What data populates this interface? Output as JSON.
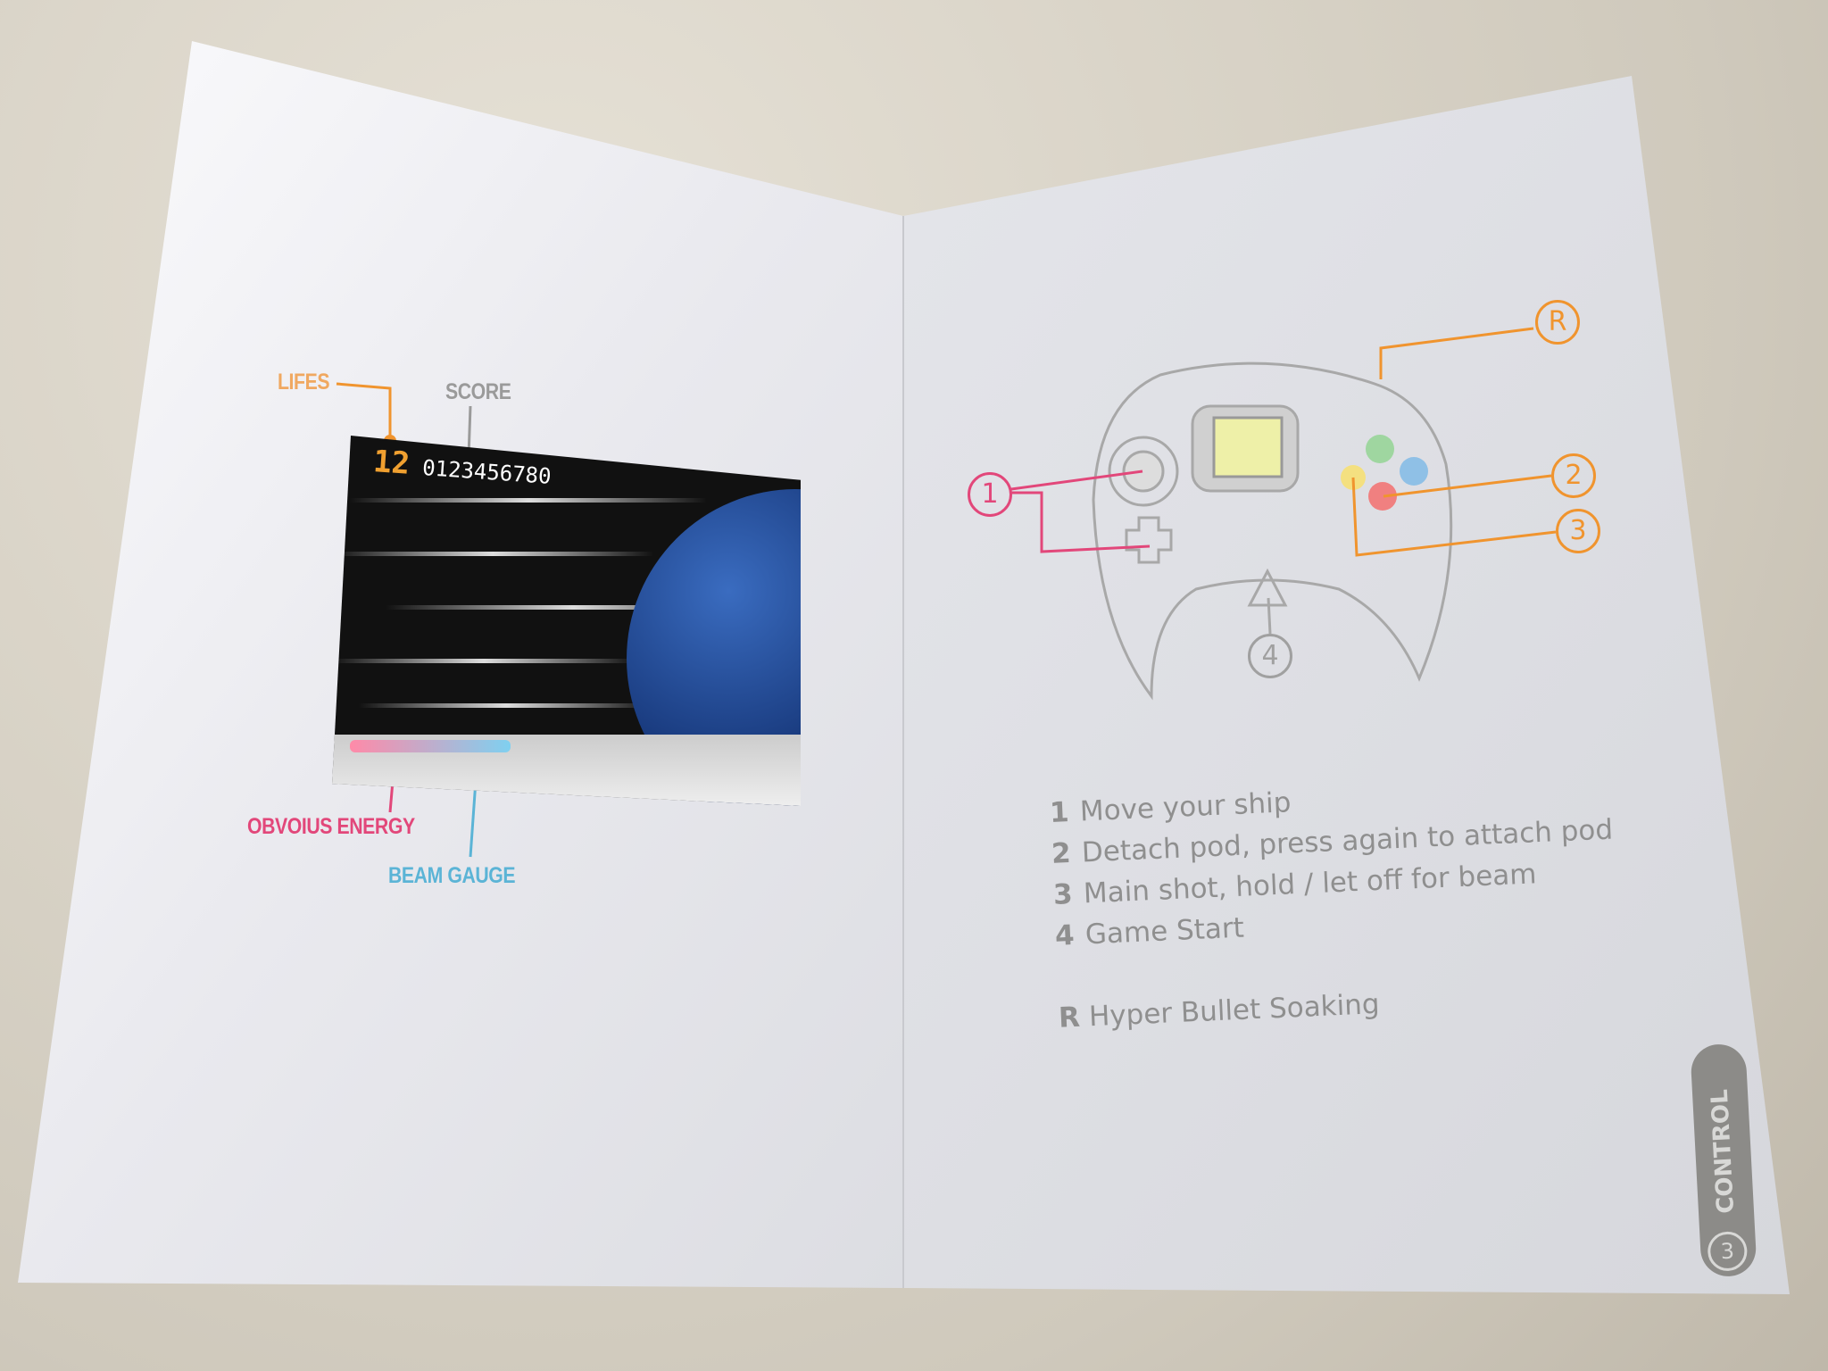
{
  "left_page": {
    "labels": {
      "lifes": "LIFES",
      "score": "SCORE",
      "energy": "OBVOIUS ENERGY",
      "beam": "BEAM GAUGE"
    },
    "hud": {
      "lives": "12",
      "score": "0123456780"
    }
  },
  "right_page": {
    "callouts": {
      "r": "R",
      "one": "1",
      "two": "2",
      "three": "3",
      "four": "4"
    },
    "controls": [
      {
        "key": "1",
        "text": "Move your ship"
      },
      {
        "key": "2",
        "text": "Detach pod, press again to attach pod"
      },
      {
        "key": "3",
        "text": "Main shot,  hold / let off for beam"
      },
      {
        "key": "4",
        "text": "Game Start"
      }
    ],
    "r_control": {
      "key": "R",
      "text": "Hyper Bullet Soaking"
    },
    "tab": {
      "label": "CONTROL",
      "page": "3"
    }
  },
  "colors": {
    "orange": "#f0942e",
    "pink": "#e2477a",
    "blue": "#5bb4d6",
    "gray": "#9a9a9a"
  }
}
